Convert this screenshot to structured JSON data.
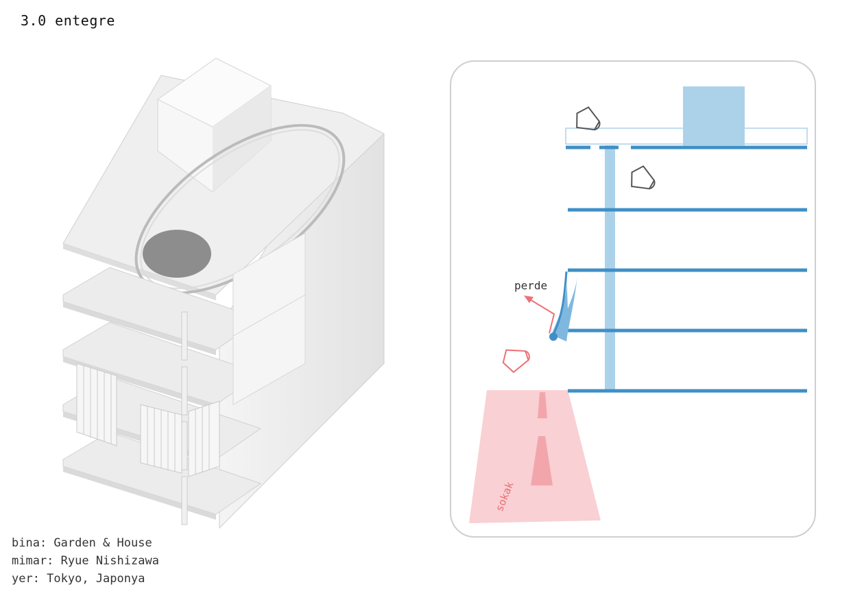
{
  "title": "3.0 entegre",
  "credits": {
    "building": "bina: Garden & House",
    "architect": "mimar: Ryue Nishizawa",
    "location": "yer: Tokyo, Japonya"
  },
  "diagram": {
    "curtain_label": "perde",
    "street_label": "sokak",
    "colors": {
      "slab": "#3f8fc6",
      "volume": "#acd2ea",
      "street": "#f9d0d3",
      "street_mark": "#f2a6ac",
      "view_arrow": "#ee7077",
      "eye_gray": "#555555",
      "panel_border": "#cfcfcf"
    },
    "icons": [
      "eye-icon",
      "eye-icon",
      "eye-icon-red",
      "arrow-icon"
    ]
  }
}
